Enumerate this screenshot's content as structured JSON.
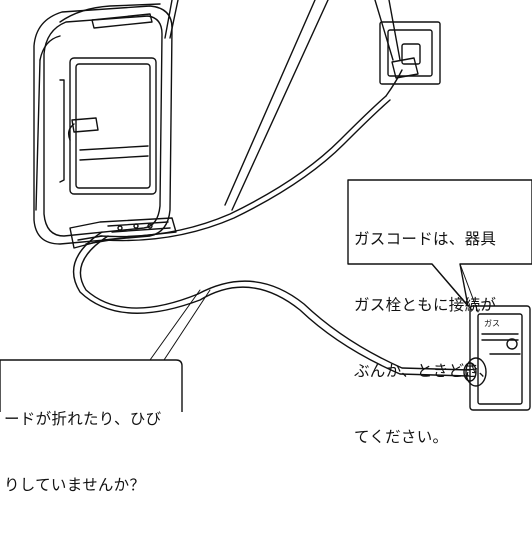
{
  "callouts": {
    "right": {
      "lines": [
        "ガスコードは、器具",
        "ガス栓ともに接続が",
        "ぶんか、ときどき、",
        "てください。"
      ]
    },
    "bottom_left": {
      "lines": [
        "ードが折れたり、ひび",
        "りしていませんか？"
      ]
    }
  },
  "illustration": {
    "heater_label": "",
    "wall_socket_mark": "",
    "gas_valve_label": "ガス"
  },
  "colors": {
    "line": "#111111",
    "background": "#ffffff"
  }
}
